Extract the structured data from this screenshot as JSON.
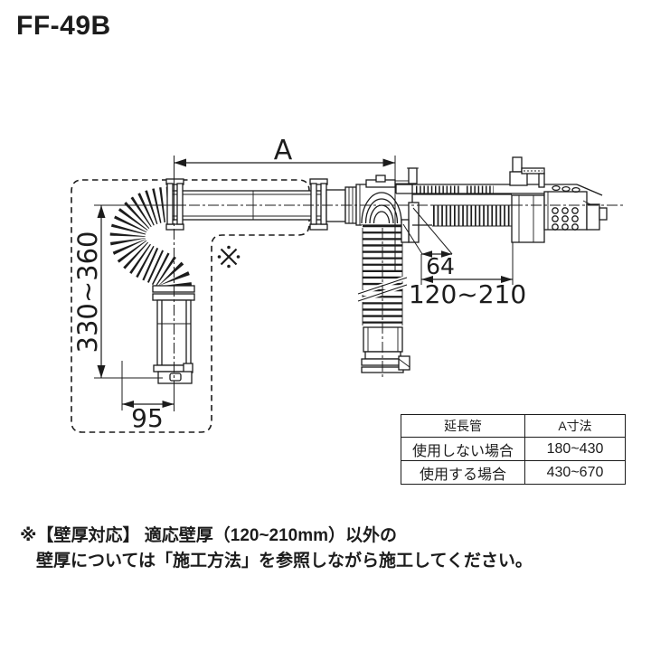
{
  "title": "FF-49B",
  "diagram": {
    "dims": {
      "a": "A",
      "height_range": "330~360",
      "bottom_width": "95",
      "flange_offset": "64",
      "wall_thickness_range": "120~210"
    },
    "reference_mark": "※",
    "line_color": "#1c1c1c"
  },
  "table": {
    "headers": [
      "延長管",
      "A寸法"
    ],
    "rows": [
      [
        "使用しない場合",
        "180~430"
      ],
      [
        "使用する場合",
        "430~670"
      ]
    ]
  },
  "note": {
    "line1": "※【壁厚対応】 適応壁厚（120~210mm）以外の",
    "line2": "壁厚については「施工方法」を参照しながら施工してください。"
  }
}
